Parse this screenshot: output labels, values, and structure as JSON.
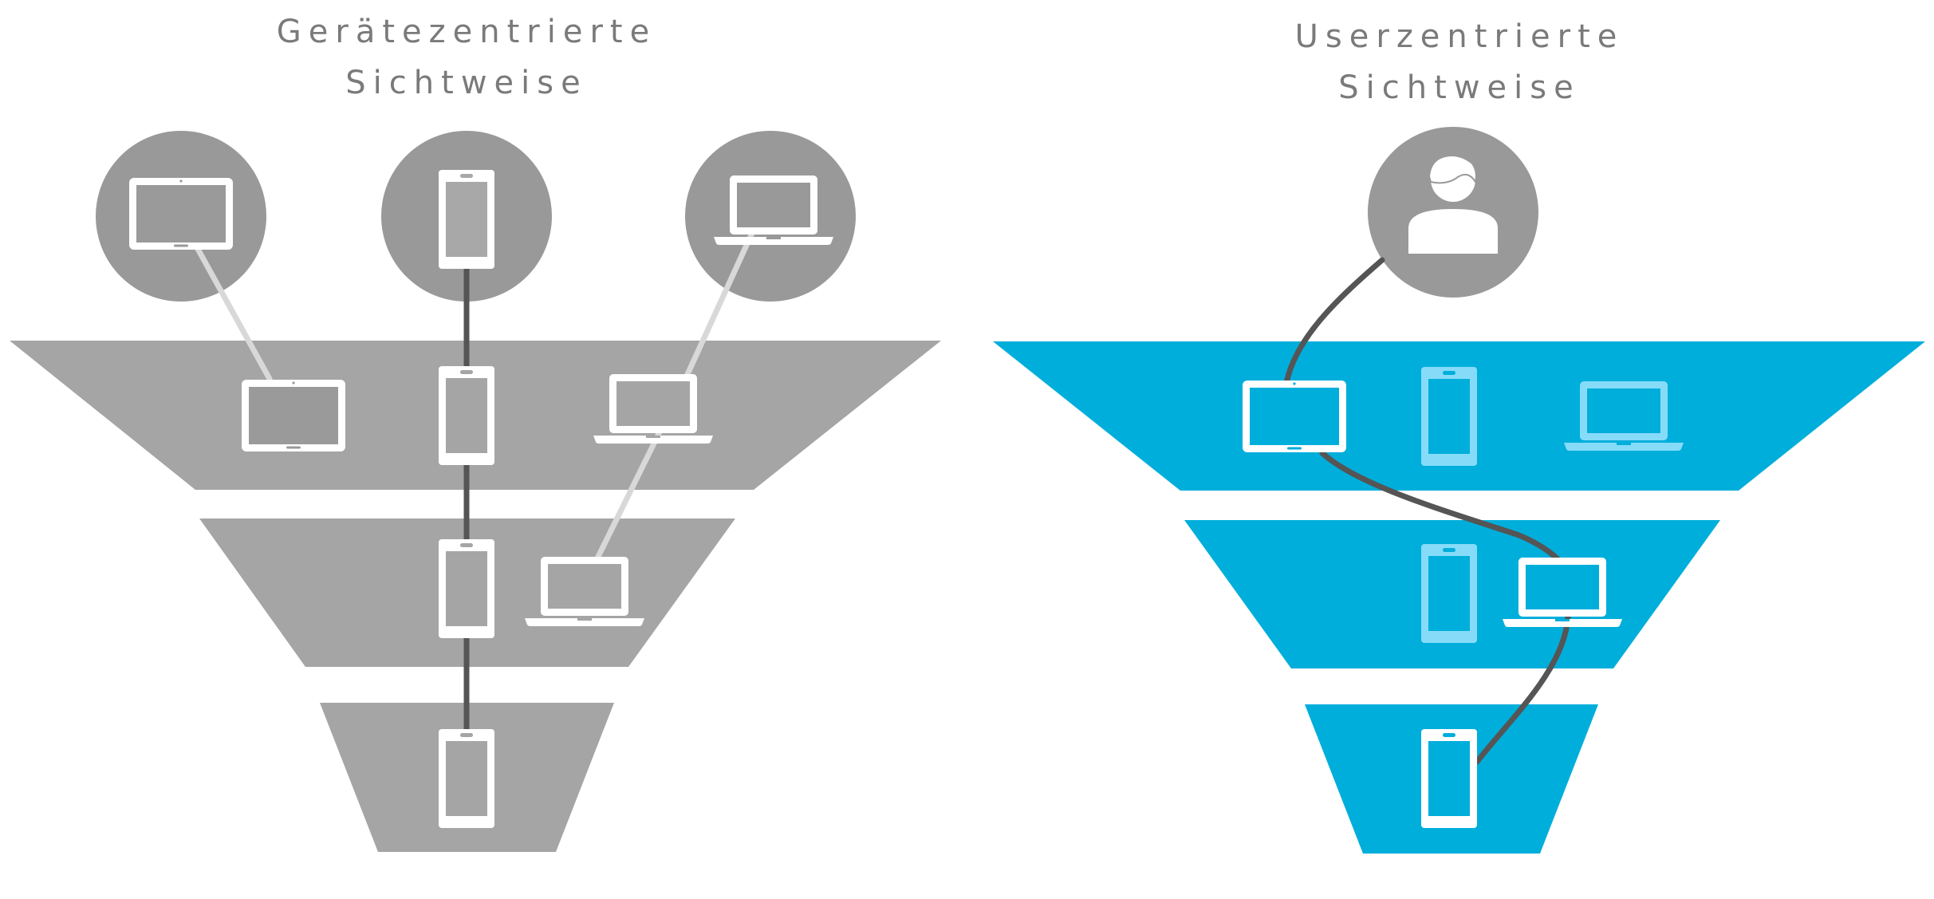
{
  "left_panel": {
    "title_line1": "Gerätezentrierte",
    "title_line2": "Sichtweise"
  },
  "right_panel": {
    "title_line1": "Userzentrierte",
    "title_line2": "Sichtweise"
  },
  "colors": {
    "left_funnel": "#a5a5a5",
    "left_circle": "#999999",
    "left_device_screen": "#9a9a9a",
    "right_funnel": "#00aedb",
    "right_device_faded": "#86dcf8",
    "user_circle": "#999999",
    "connector_dark": "#555555",
    "connector_light": "#d8d8d8",
    "device_outline": "#ffffff"
  },
  "icons": {
    "left_top": [
      "tablet-icon",
      "smartphone-icon",
      "laptop-icon"
    ],
    "left_stage1": [
      "tablet-icon",
      "smartphone-icon",
      "laptop-icon"
    ],
    "left_stage2": [
      "smartphone-icon",
      "laptop-icon"
    ],
    "left_stage3": [
      "smartphone-icon"
    ],
    "right_top": [
      "user-icon"
    ],
    "right_stage1": [
      "tablet-icon",
      "smartphone-icon",
      "laptop-icon"
    ],
    "right_stage2": [
      "smartphone-icon",
      "laptop-icon"
    ],
    "right_stage3": [
      "smartphone-icon"
    ]
  }
}
